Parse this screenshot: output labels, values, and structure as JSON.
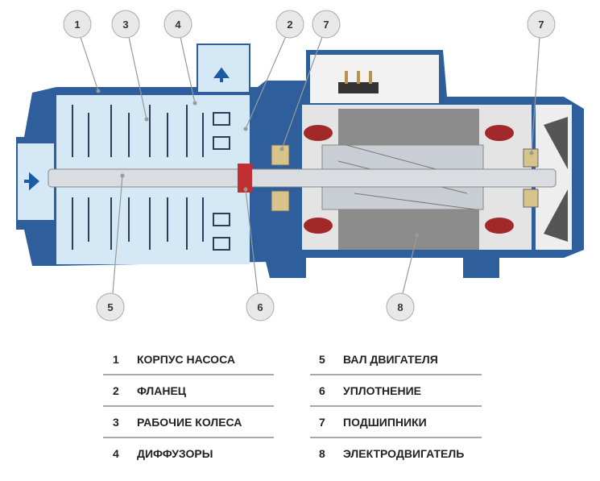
{
  "colors": {
    "housing": "#2f5e9c",
    "water": "#d4e8f5",
    "steel": "#c9ced4",
    "winding": "#a3282a",
    "bearing": "#d8c48a"
  },
  "callouts": [
    {
      "number": "1"
    },
    {
      "number": "3"
    },
    {
      "number": "4"
    },
    {
      "number": "2"
    },
    {
      "number": "7"
    },
    {
      "number": "7"
    },
    {
      "number": "5"
    },
    {
      "number": "6"
    },
    {
      "number": "8"
    }
  ],
  "legend": [
    {
      "number": "1",
      "label": "КОРПУС НАСОСА"
    },
    {
      "number": "2",
      "label": "ФЛАНЕЦ"
    },
    {
      "number": "3",
      "label": "РАБОЧИЕ КОЛЕСА"
    },
    {
      "number": "4",
      "label": "ДИФФУЗОРЫ"
    },
    {
      "number": "5",
      "label": "ВАЛ ДВИГАТЕЛЯ"
    },
    {
      "number": "6",
      "label": "УПЛОТНЕНИЕ"
    },
    {
      "number": "7",
      "label": "ПОДШИПНИКИ"
    },
    {
      "number": "8",
      "label": "ЭЛЕКТРОДВИГАТЕЛЬ"
    }
  ]
}
